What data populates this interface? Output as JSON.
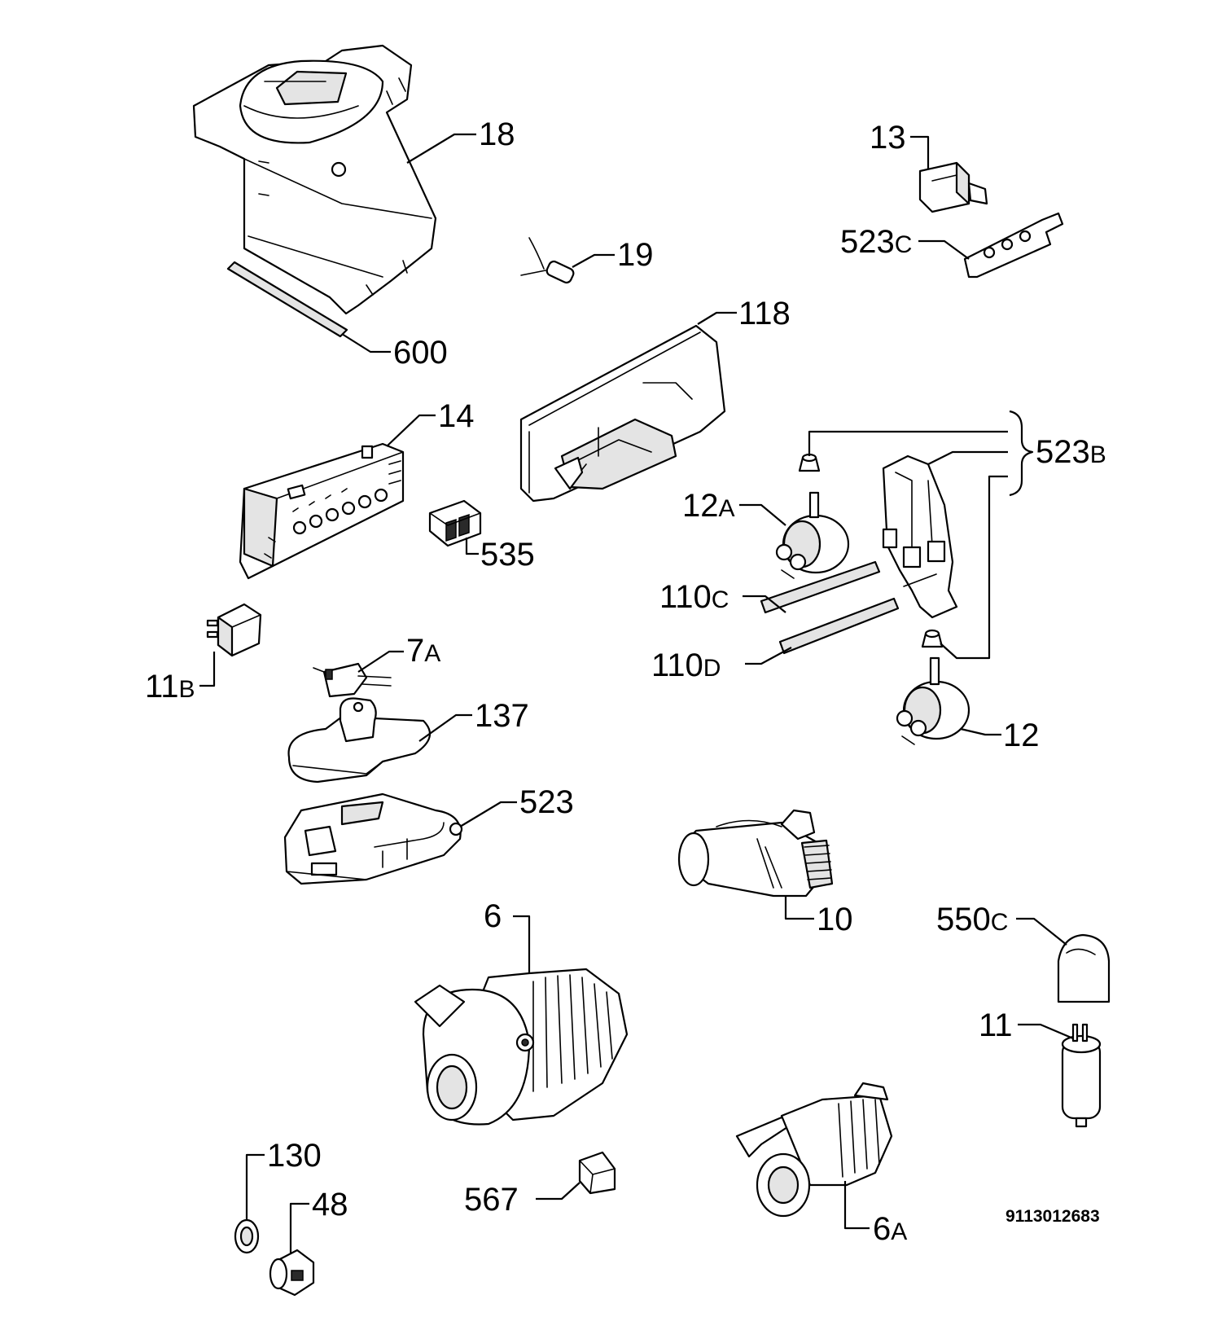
{
  "labels": [
    {
      "id": "18",
      "num": "18",
      "suffix": ""
    },
    {
      "id": "600",
      "num": "600",
      "suffix": ""
    },
    {
      "id": "19",
      "num": "19",
      "suffix": ""
    },
    {
      "id": "13",
      "num": "13",
      "suffix": ""
    },
    {
      "id": "523c",
      "num": "523",
      "suffix": "C"
    },
    {
      "id": "118",
      "num": "118",
      "suffix": ""
    },
    {
      "id": "14",
      "num": "14",
      "suffix": ""
    },
    {
      "id": "535",
      "num": "535",
      "suffix": ""
    },
    {
      "id": "523b",
      "num": "523",
      "suffix": "B"
    },
    {
      "id": "12a",
      "num": "12",
      "suffix": "A"
    },
    {
      "id": "110c",
      "num": "110",
      "suffix": "C"
    },
    {
      "id": "110d",
      "num": "110",
      "suffix": "D"
    },
    {
      "id": "12",
      "num": "12",
      "suffix": ""
    },
    {
      "id": "11b",
      "num": "11",
      "suffix": "B"
    },
    {
      "id": "7a",
      "num": "7",
      "suffix": "A"
    },
    {
      "id": "137",
      "num": "137",
      "suffix": ""
    },
    {
      "id": "523",
      "num": "523",
      "suffix": ""
    },
    {
      "id": "10",
      "num": "10",
      "suffix": ""
    },
    {
      "id": "550c",
      "num": "550",
      "suffix": "C"
    },
    {
      "id": "6",
      "num": "6",
      "suffix": ""
    },
    {
      "id": "11",
      "num": "11",
      "suffix": ""
    },
    {
      "id": "130",
      "num": "130",
      "suffix": ""
    },
    {
      "id": "48",
      "num": "48",
      "suffix": ""
    },
    {
      "id": "567",
      "num": "567",
      "suffix": ""
    },
    {
      "id": "6a",
      "num": "6",
      "suffix": "A"
    }
  ],
  "drawing_code": "9113012683"
}
